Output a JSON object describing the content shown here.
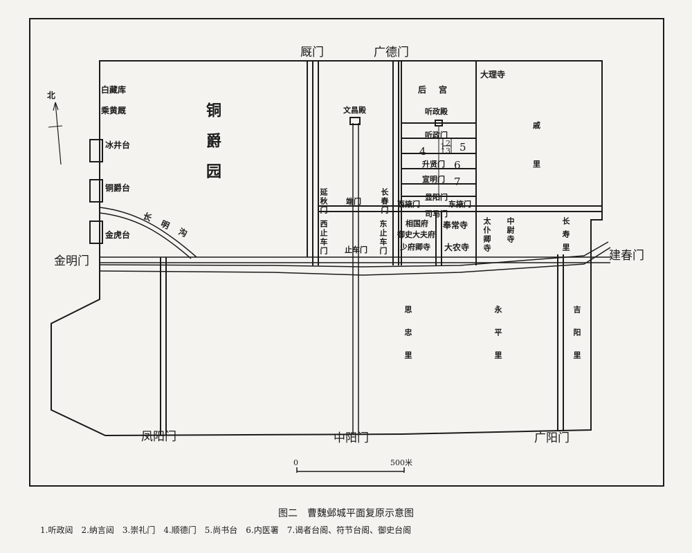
{
  "map": {
    "north_label": "北",
    "gates": {
      "jueMen": "厩门",
      "guangdeMen": "广德门",
      "jinmingMen": "金明门",
      "jianchunMen": "建春门",
      "fengyangMen": "凤阳门",
      "zhongyangMen": "中阳门",
      "guangyangMen": "广阳门"
    },
    "platforms": {
      "bingjing": "冰井台",
      "tongque": "铜爵台",
      "jinhu": "金虎台"
    },
    "northwest": {
      "baizang": "白藏库",
      "caihuang": "乘黄厩",
      "tongjueyuan": "铜爵园",
      "changminggou": "长明沟"
    },
    "palace": {
      "wenchangdian": "文昌殿",
      "duanmen": "端门",
      "yanqiumen": "延秋门",
      "changchunmen": "长春门",
      "houguan": "后宫",
      "tingzhengdian": "听政殿",
      "tingzhengmen": "听政门",
      "shengxianmen": "升贤门",
      "xuanmingmen": "宣明门",
      "xianyangmen": "显阳门",
      "ximamen": "司马门",
      "xiyemen": "西掖门",
      "dongyemen": "东掖门",
      "xizhichemen": "西止车门",
      "dongzhichemen": "东止车门",
      "zhichemen": "止车门",
      "numbers": [
        "1",
        "2",
        "3",
        "4",
        "5",
        "6",
        "7"
      ]
    },
    "offices": {
      "daiisi": "大理寺",
      "xiangguofu": "相国府",
      "yushidafufu": "御史大夫府",
      "shaofuqingsi": "少府卿寺",
      "fengchangsi": "奉常寺",
      "danongsi": "大农寺",
      "taipuqingsi": "太仆卿寺",
      "zhongweisi": "中尉寺"
    },
    "wards": {
      "qi": "戚",
      "li": "里",
      "changshouli": "长寿里",
      "sizhongli": "思忠里",
      "yongpingli": "永平里",
      "jiyangli": "吉阳里"
    },
    "scale": {
      "zero": "0",
      "max": "500米"
    }
  },
  "caption": "图二　曹魏邺城平面复原示意图",
  "legend": "1.听政闼　2.纳言闼　3.崇礼门　4.顺德门　5.尚书台　6.内医署　7.谒者台阁、符节台阁、御史台阁"
}
